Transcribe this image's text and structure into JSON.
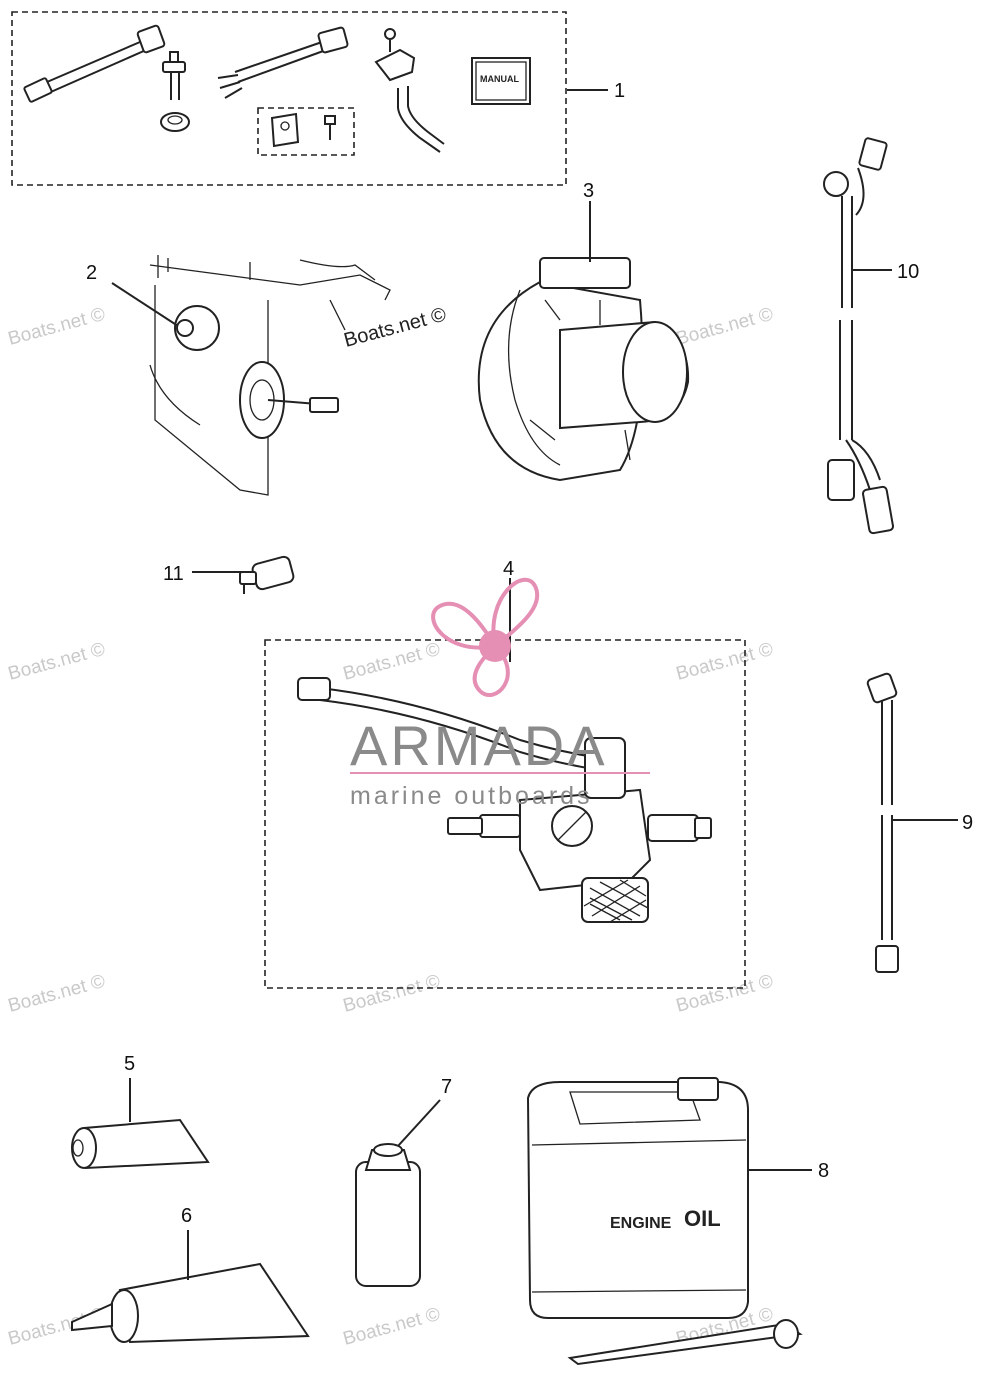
{
  "callouts": [
    {
      "number": "1"
    },
    {
      "number": "2"
    },
    {
      "number": "3"
    },
    {
      "number": "4"
    },
    {
      "number": "5"
    },
    {
      "number": "6"
    },
    {
      "number": "7"
    },
    {
      "number": "8"
    },
    {
      "number": "9"
    },
    {
      "number": "10"
    },
    {
      "number": "11"
    }
  ],
  "labels": {
    "manual": "MANUAL",
    "engine_oil_a": "ENGINE",
    "engine_oil_b": "OIL"
  },
  "watermark": {
    "text": "Boats.net ©"
  },
  "logo": {
    "brand": "ARMADA",
    "tagline": "marine outboards",
    "accent_color": "#e58fb4",
    "text_color": "#8a8a8a"
  }
}
